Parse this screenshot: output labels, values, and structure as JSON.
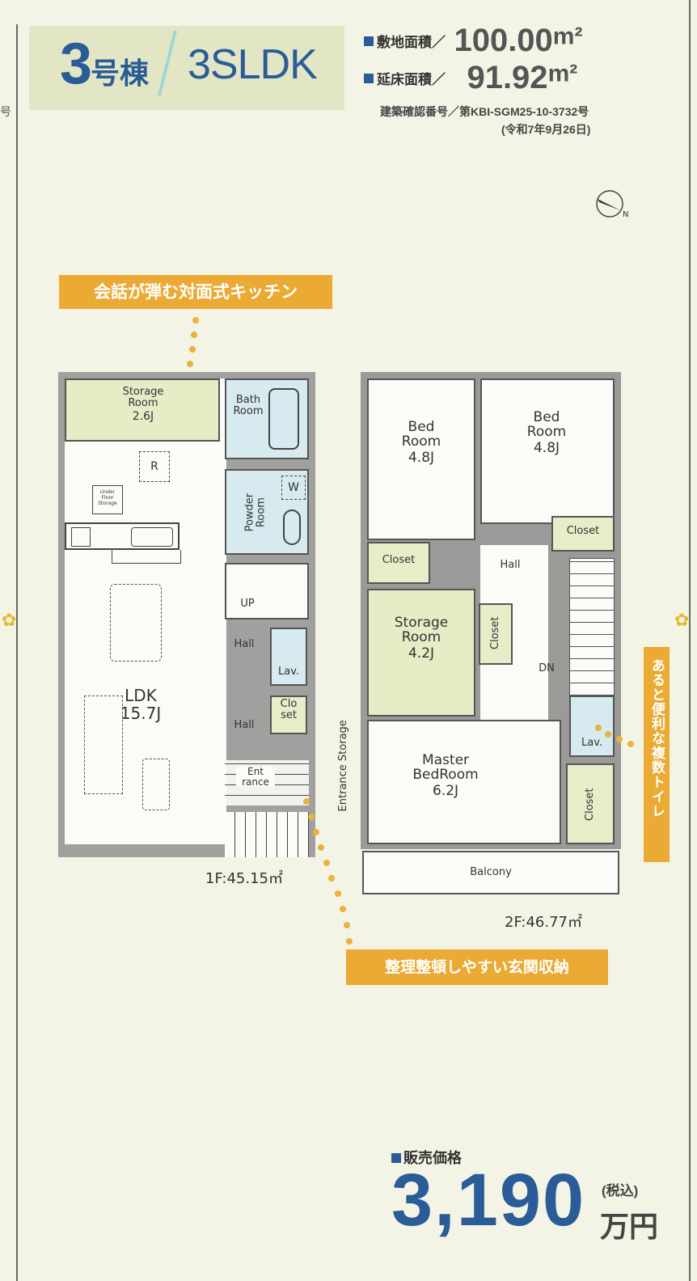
{
  "header": {
    "building_number": "3",
    "building_suffix": "号棟",
    "layout_type": "3SLDK",
    "site_area_label": "敷地面積／",
    "site_area_value": "100.00",
    "floor_area_label": "延床面積／",
    "floor_area_value": "91.92",
    "area_unit": "m²",
    "certification_label": "建築確認番号／第KBI-SGM25-10-3732号",
    "certification_date": "(令和7年9月26日)",
    "left_edge_glyph": "号"
  },
  "compass": {
    "label": "N",
    "icon": "compass-north-icon"
  },
  "callouts": {
    "kitchen": "会話が弾む対面式キッチン",
    "toilets": "あると便利な複数トイレ",
    "entrance_storage": "整理整頓しやすい玄関収納"
  },
  "floor1": {
    "area_label": "1F:45.15㎡",
    "rooms": {
      "storage": {
        "name": "Storage\nRoom",
        "size": "2.6J"
      },
      "bath": {
        "name": "Bath\nRoom"
      },
      "powder": {
        "name": "Powder\nRoom"
      },
      "refrigerator": "R",
      "washer": "W",
      "under_floor": "Under\nFloor\nStorage",
      "ldk": {
        "name": "LDK",
        "size": "15.7J"
      },
      "up": "UP",
      "hall1": "Hall",
      "hall2": "Hall",
      "lav": "Lav.",
      "closet": "Clo\nset",
      "entrance": "Ent\nrance",
      "entrance_storage": "Entrance Storage"
    }
  },
  "floor2": {
    "area_label": "2F:46.77㎡",
    "rooms": {
      "bed1": {
        "name": "Bed\nRoom",
        "size": "4.8J"
      },
      "bed2": {
        "name": "Bed\nRoom",
        "size": "4.8J"
      },
      "closet_a": "Closet",
      "closet_b": "Closet",
      "hall": "Hall",
      "storage": {
        "name": "Storage\nRoom",
        "size": "4.2J"
      },
      "closet_c": "Closet",
      "dn": "DN",
      "lav": "Lav.",
      "master": {
        "name": "Master\nBedRoom",
        "size": "6.2J"
      },
      "closet_d": "Closet",
      "balcony": "Balcony"
    }
  },
  "price": {
    "label": "販売価格",
    "value": "3,190",
    "tax_note": "(税込)",
    "unit": "万円"
  },
  "colors": {
    "accent_blue": "#2a5c98",
    "callout_orange": "#eaaa33",
    "storage_green": "#e6ecc6",
    "wet_blue": "#d6eaf0",
    "background": "#f4f4e6"
  }
}
